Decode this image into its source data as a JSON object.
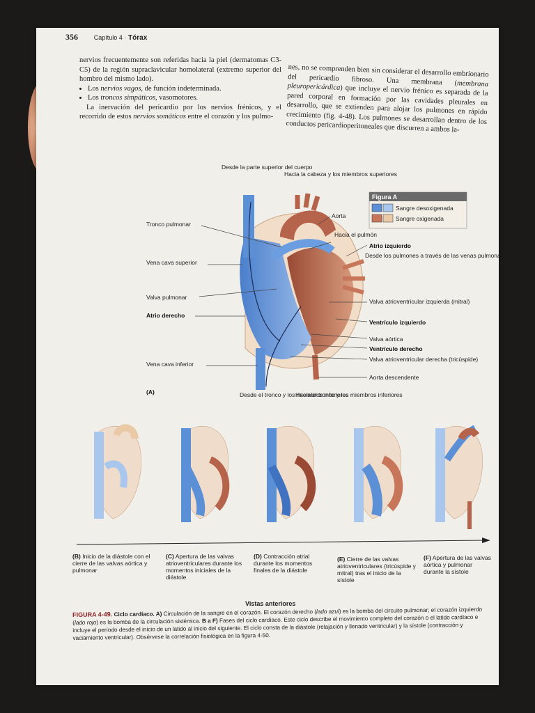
{
  "header": {
    "page_number": "356",
    "chapter": "Capítulo 4  ·",
    "section": "Tórax"
  },
  "col_left": {
    "p1": "nervios frecuentemente son referidas hacia la piel (dermatomas C3-C5) de la región supraclavicular homolateral (extremo superior del hombro del mismo lado).",
    "b1_pre": "Los ",
    "b1_em": "nervios vagos",
    "b1_post": ", de función indeterminada.",
    "b2_pre": "Los ",
    "b2_em": "troncos simpáticos",
    "b2_post": ", vasomotores.",
    "p2_pre": "La inervación del pericardio por los nervios frénicos, y el recorrido de estos ",
    "p2_em": "nervios somáticos",
    "p2_post": " entre el corazón y los pulmo-"
  },
  "col_right": {
    "t1": "nes, no se comprenden bien sin considerar el desarrollo embrionario del pericardio fibroso. Una membrana (",
    "t1_em": "membrana pleuropericárdica",
    "t2": ") que incluye el nervio frénico es separada de la pared corporal en formación por las cavidades pleurales en desarrollo, que se extienden para alojar los pulmones en rápido crecimiento (fig. 4-48). Los pulmones se desarrollan dentro de los conductos pericardioperitoneales que discurren a ambos la-"
  },
  "figure_a": {
    "top_left_label": "Desde la parte superior del cuerpo",
    "top_right_label": "Hacia la cabeza y los miembros superiores",
    "legend_title": "Figura A",
    "legend_deox": "Sangre desoxigenada",
    "legend_ox": "Sangre oxigenada",
    "aorta": "Aorta",
    "hacia_pulmon": "Hacia el pulmón",
    "atrio_izq": "Atrio izquierdo",
    "desde_pulmones": "Desde los pulmones a través de las venas pulmonares",
    "valva_mitral": "Valva atrioventricular izquierda (mitral)",
    "ventriculo_izq": "Ventrículo izquierdo",
    "valva_aortica": "Valva aórtica",
    "ventriculo_der": "Ventrículo derecho",
    "valva_tricuspide": "Valva atrioventricular derecha (tricúspide)",
    "aorta_descendente": "Aorta descendente",
    "tronco_pulmonar": "Tronco pulmonar",
    "vena_cava_sup": "Vena cava superior",
    "valva_pulmonar": "Valva pulmonar",
    "atrio_der": "Atrio derecho",
    "vena_cava_inf": "Vena cava inferior",
    "panel_letter": "(A)",
    "bottom_left_label": "Desde el tronco y los miembros inferiores",
    "bottom_right_label": "Hacia el tronco y los miembros inferiores"
  },
  "phases": [
    {
      "letter": "(B)",
      "text": "Inicio de la diástole con el cierre de las valvas aórtica y pulmonar"
    },
    {
      "letter": "(C)",
      "text": "Apertura de las valvas atrioventriculares durante los momentos iniciales de la diástole"
    },
    {
      "letter": "(D)",
      "text": "Contracción atrial durante los momentos finales de la diástole"
    },
    {
      "letter": "(E)",
      "text": "Cierre de las valvas atrioventriculares (tricúspide y mitral) tras el inicio de la sístole"
    },
    {
      "letter": "(F)",
      "text": "Apertura de las valvas aórtica y pulmonar durante la sístole"
    }
  ],
  "vistas": "Vistas anteriores",
  "caption": {
    "label": "FIGURA 4-49.",
    "title": "Ciclo cardíaco. A)",
    "t1": " Circulación de la sangre en el corazón. El corazón derecho (",
    "t1_em": "lado azul",
    "t2": ") es la bomba del circuito pulmonar; el corazón izquierdo (",
    "t2_em": "lado rojo",
    "t3": ") es la bomba de la circulación sistémica. ",
    "bf": "B a F)",
    "t4": " Fases del ciclo cardíaco. Este ciclo describe el movimiento completo del corazón o el latido cardíaco e incluye el período desde el inicio de un latido al inicio del siguiente. El ciclo consta de la diástole (relajación y llenado ventricular) y la sístole (contracción y vaciamiento ventricular). Obsérvese la correlación fisiológica en la figura 4-50."
  },
  "colors": {
    "blue": "#5b8fd6",
    "blue_dark": "#2f5fa8",
    "blue_light": "#a9c6ec",
    "red": "#b5634a",
    "tan": "#e9c9a6",
    "caption_red": "#8b2323"
  }
}
